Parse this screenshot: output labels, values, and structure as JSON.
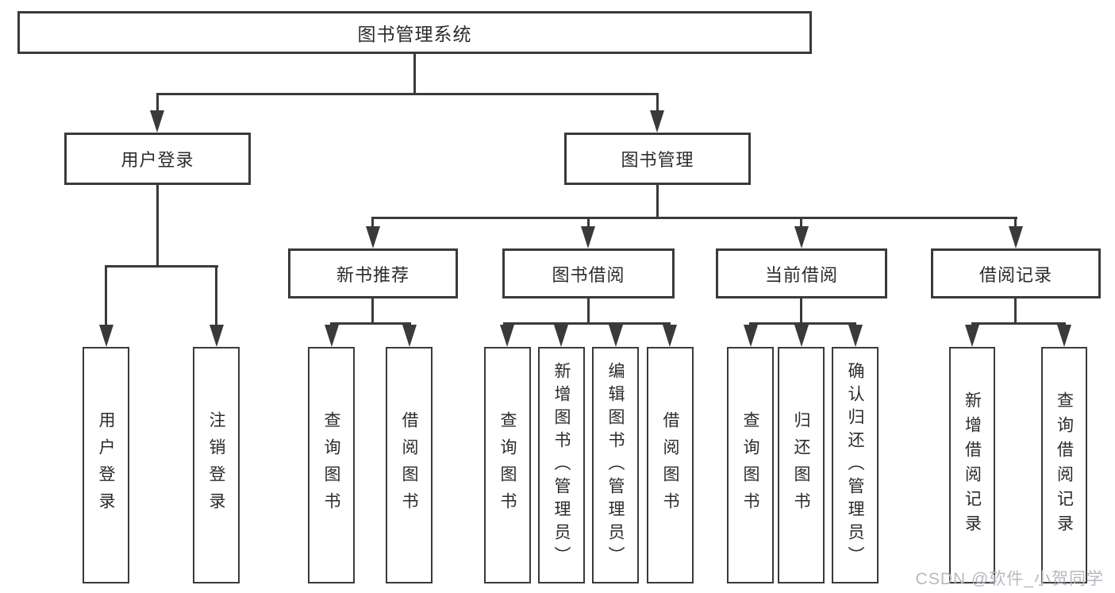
{
  "tree": {
    "label": "图书管理系统",
    "children": [
      {
        "label": "用户登录",
        "children": [
          {
            "label": "用户登录"
          },
          {
            "label": "注销登录"
          }
        ]
      },
      {
        "label": "图书管理",
        "children": [
          {
            "label": "新书推荐",
            "children": [
              {
                "label": "查询图书"
              },
              {
                "label": "借阅图书"
              }
            ]
          },
          {
            "label": "图书借阅",
            "children": [
              {
                "label": "查询图书"
              },
              {
                "label": "新增图书（管理员）"
              },
              {
                "label": "编辑图书（管理员）"
              },
              {
                "label": "借阅图书"
              }
            ]
          },
          {
            "label": "当前借阅",
            "children": [
              {
                "label": "查询图书"
              },
              {
                "label": "归还图书"
              },
              {
                "label": "确认归还（管理员）"
              }
            ]
          },
          {
            "label": "借阅记录",
            "children": [
              {
                "label": "新增借阅记录"
              },
              {
                "label": "查询借阅记录"
              }
            ]
          }
        ]
      }
    ]
  },
  "watermark": {
    "text": "CSDN @软件_小贺同学"
  },
  "colors": {
    "line": "#3a3a3a",
    "box_border": "#3a3a3a",
    "text": "#2b2b2b",
    "background": "#ffffff",
    "watermark": "#b5b9c0"
  }
}
